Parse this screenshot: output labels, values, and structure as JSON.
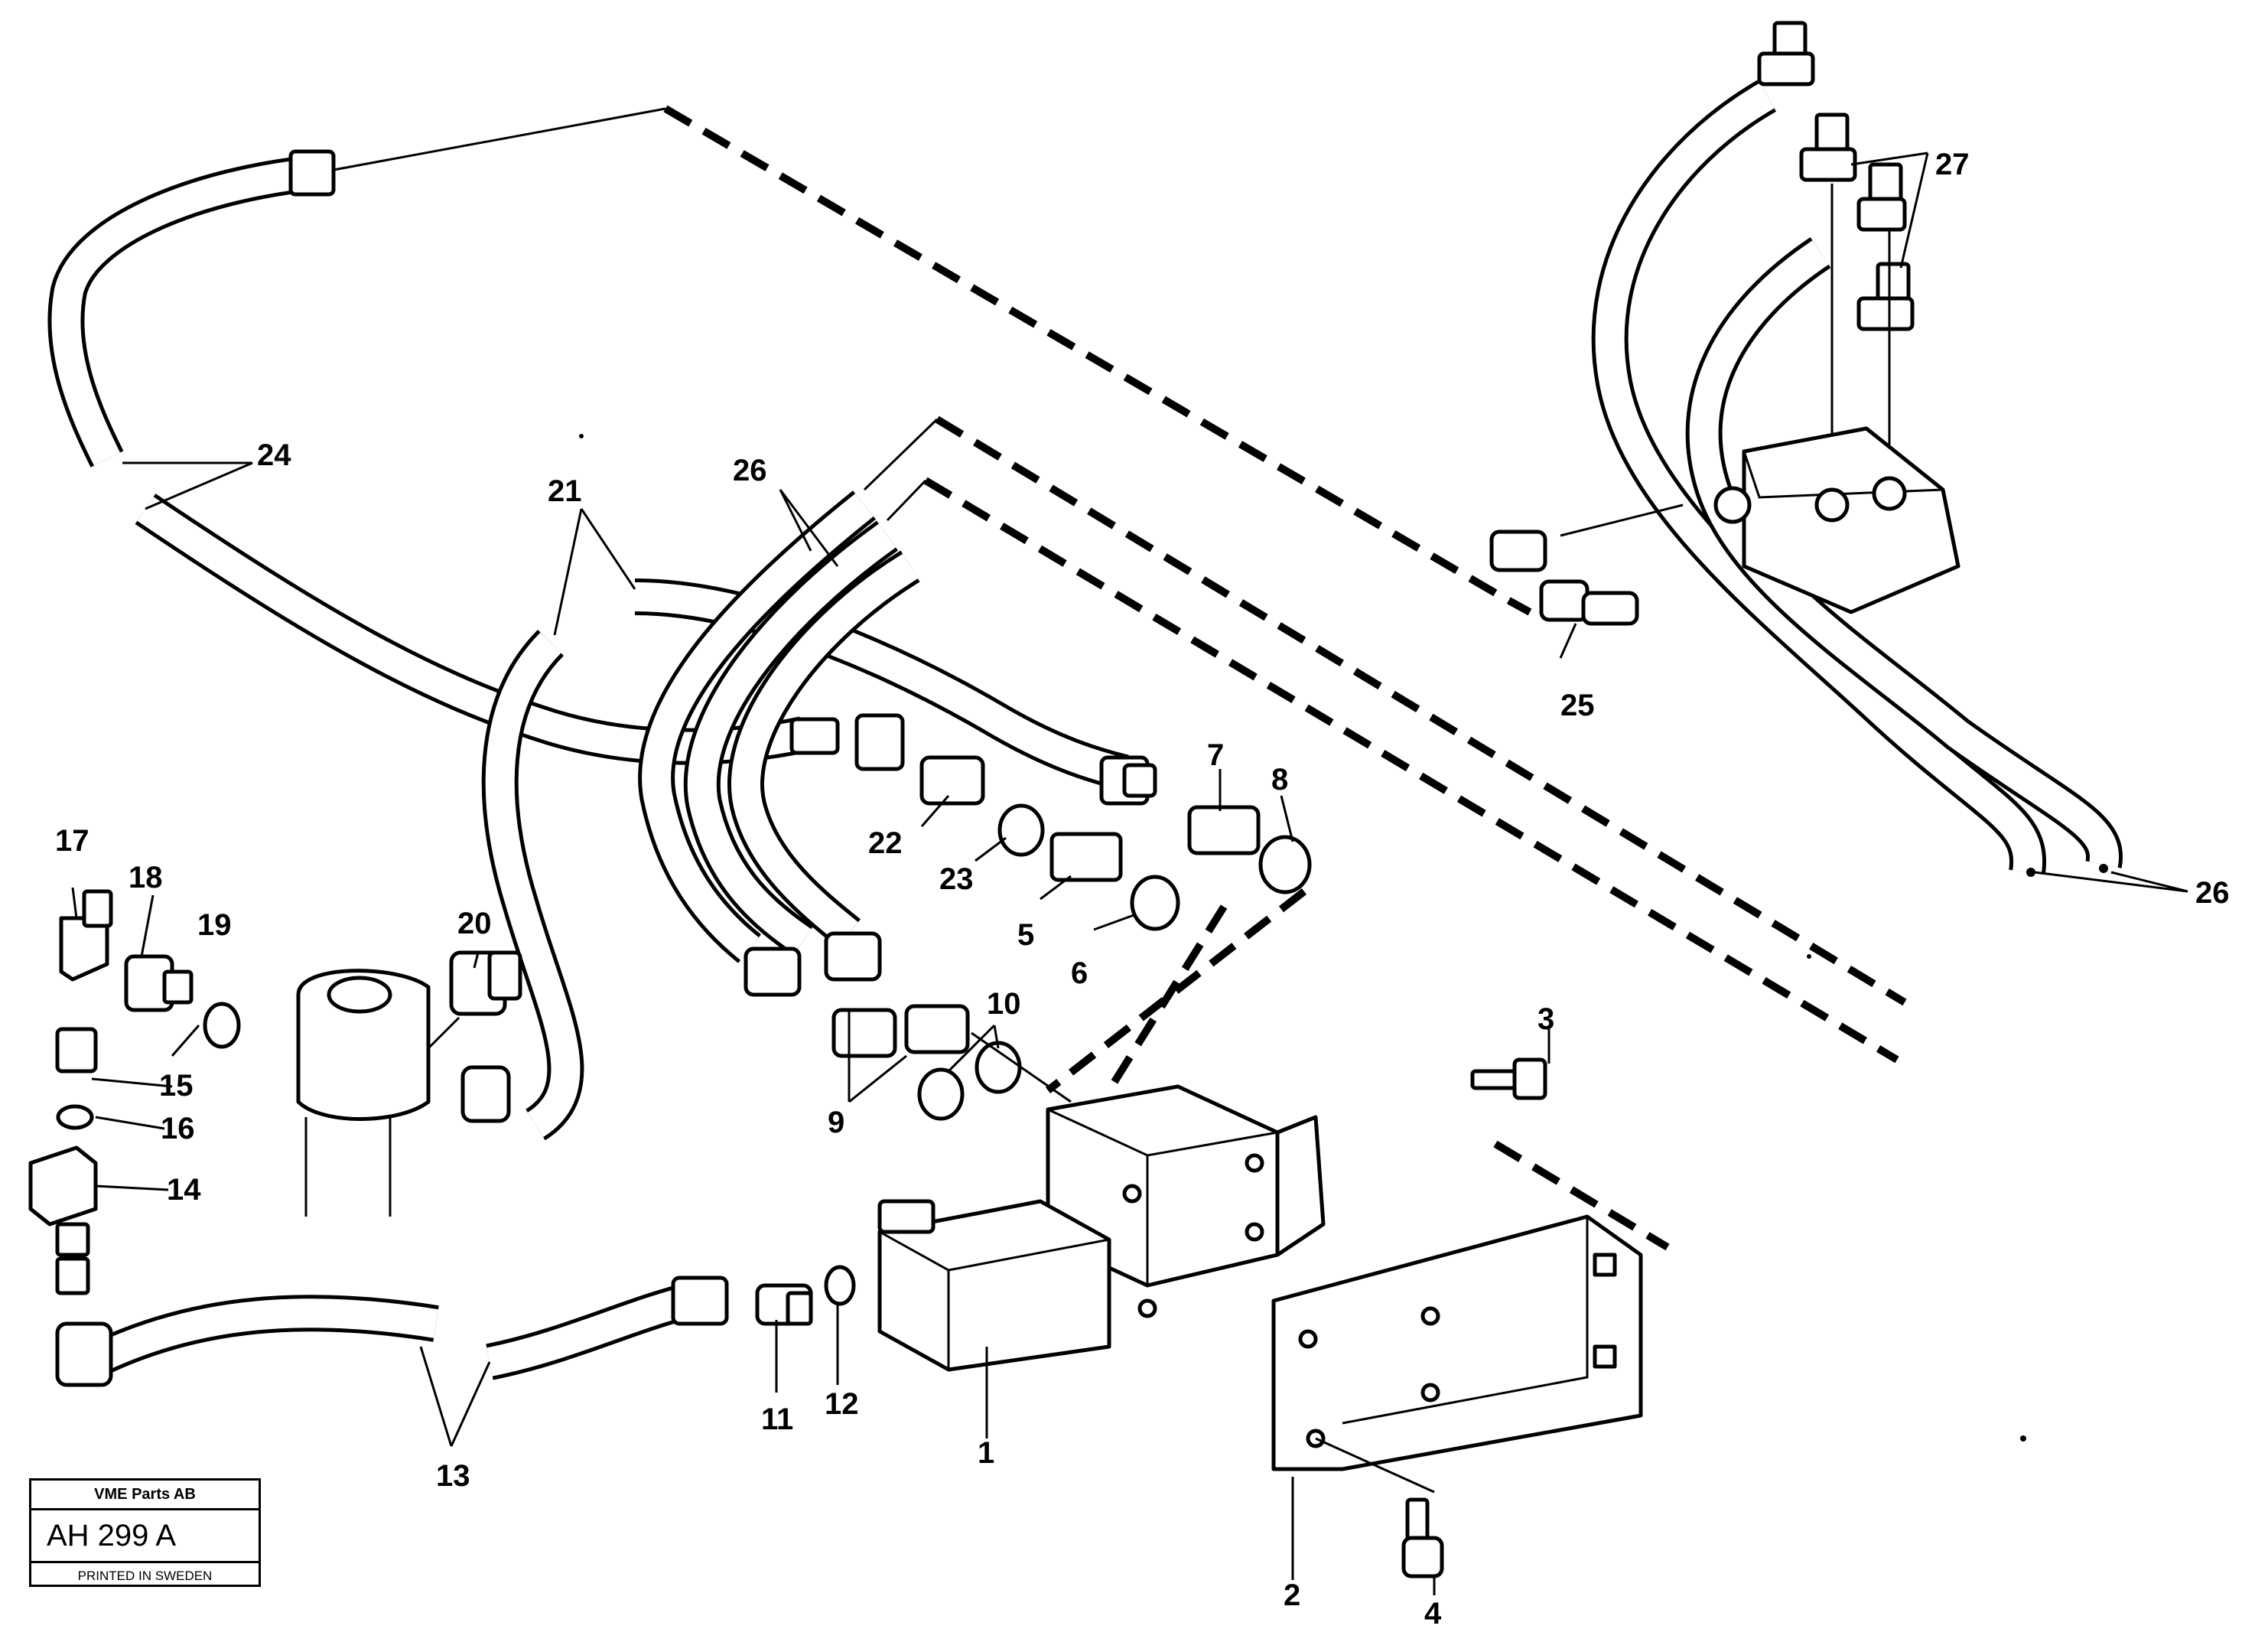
{
  "callouts": [
    {
      "id": "1",
      "text": "1"
    },
    {
      "id": "2",
      "text": "2"
    },
    {
      "id": "3",
      "text": "3"
    },
    {
      "id": "4",
      "text": "4"
    },
    {
      "id": "5",
      "text": "5"
    },
    {
      "id": "6",
      "text": "6"
    },
    {
      "id": "7",
      "text": "7"
    },
    {
      "id": "8",
      "text": "8"
    },
    {
      "id": "9",
      "text": "9"
    },
    {
      "id": "10",
      "text": "10"
    },
    {
      "id": "11",
      "text": "11"
    },
    {
      "id": "12",
      "text": "12"
    },
    {
      "id": "13",
      "text": "13"
    },
    {
      "id": "14",
      "text": "14"
    },
    {
      "id": "15",
      "text": "15"
    },
    {
      "id": "16",
      "text": "16"
    },
    {
      "id": "17",
      "text": "17"
    },
    {
      "id": "18",
      "text": "18"
    },
    {
      "id": "19",
      "text": "19"
    },
    {
      "id": "20",
      "text": "20"
    },
    {
      "id": "21",
      "text": "21"
    },
    {
      "id": "22",
      "text": "22"
    },
    {
      "id": "23",
      "text": "23"
    },
    {
      "id": "24",
      "text": "24"
    },
    {
      "id": "25",
      "text": "25"
    },
    {
      "id": "26",
      "text": "26"
    },
    {
      "id": "26b",
      "text": "26"
    },
    {
      "id": "27",
      "text": "27"
    }
  ],
  "title_block": {
    "company": "VME Parts AB",
    "drawing_number": "AH 299  A",
    "printed": "PRINTED IN SWEDEN"
  }
}
